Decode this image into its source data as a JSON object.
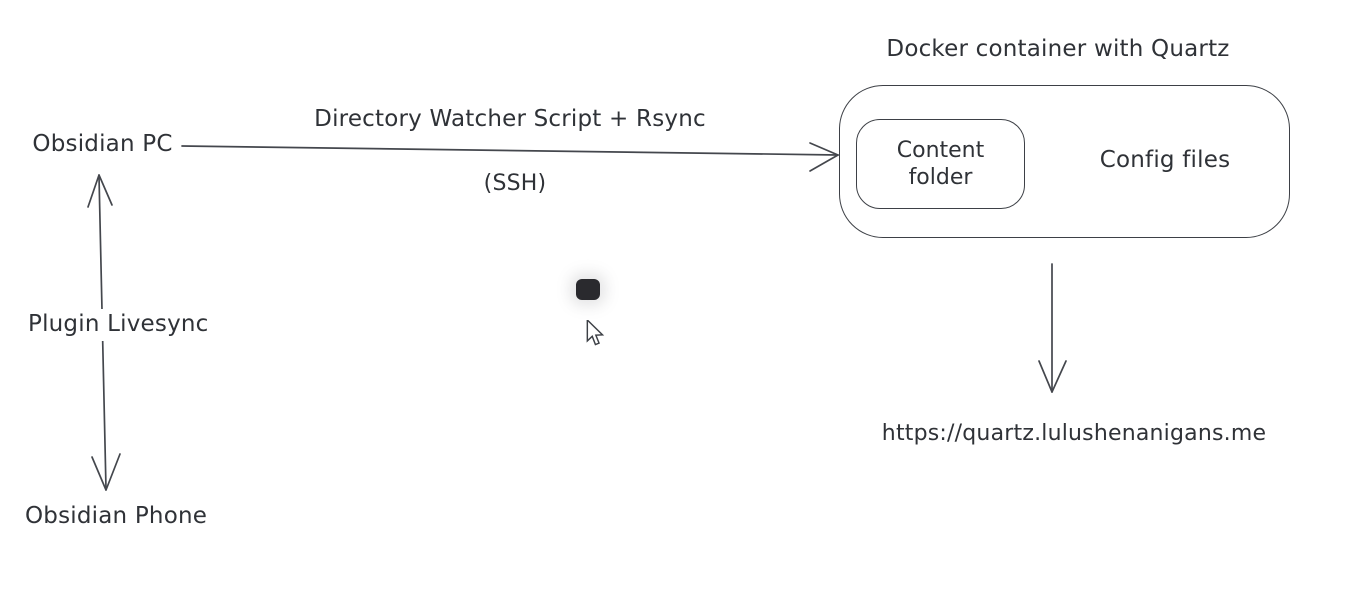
{
  "diagram": {
    "nodes": {
      "obsidian_pc": {
        "label": "Obsidian PC"
      },
      "obsidian_phone": {
        "label": "Obsidian Phone"
      },
      "docker_container": {
        "label": "Docker container with Quartz"
      },
      "content_folder": {
        "label": "Content folder"
      },
      "config_files": {
        "label": "Config files"
      },
      "site_url": {
        "label": "https://quartz.lulushenanigans.me"
      }
    },
    "edges": {
      "pc_to_container": {
        "label": "Directory Watcher Script + Rsync",
        "sublabel": "(SSH)"
      },
      "pc_phone_sync": {
        "label": "Plugin Livesync"
      }
    },
    "colors": {
      "background": "#ffffff",
      "stroke": "#3d4046",
      "text": "#2f3237",
      "cursor_blob": "#2a2a2e"
    }
  }
}
